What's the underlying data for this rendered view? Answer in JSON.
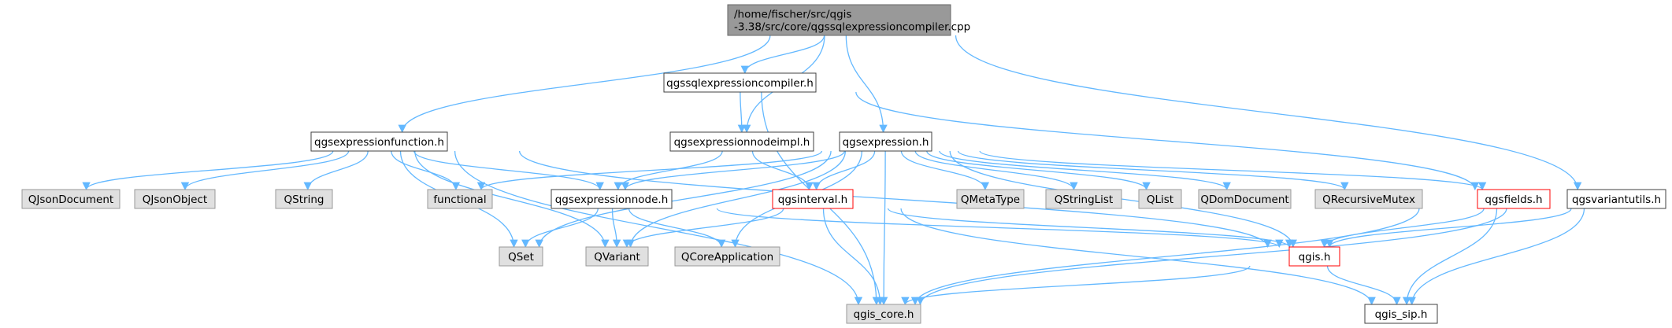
{
  "colors": {
    "root_fill": "#999999",
    "root_border": "#666666",
    "local_fill": "#ffffff",
    "local_border": "#404040",
    "system_fill": "#e0e0e0",
    "system_border": "#999999",
    "truncated_border": "#ff0000",
    "edge": "#63b8ff"
  },
  "nodes": [
    {
      "id": "root",
      "kind": "root",
      "lines": [
        "/home/fischer/src/qgis",
        "-3.38/src/core/qgssqlexpressioncompiler.cpp"
      ]
    },
    {
      "id": "qgssqlexpressioncompiler_h",
      "kind": "local",
      "lines": [
        "qgssqlexpressioncompiler.h"
      ]
    },
    {
      "id": "qgsexpressionfunction_h",
      "kind": "local",
      "lines": [
        "qgsexpressionfunction.h"
      ]
    },
    {
      "id": "qgsexpressionnodeimpl_h",
      "kind": "local",
      "lines": [
        "qgsexpressionnodeimpl.h"
      ]
    },
    {
      "id": "qgsexpression_h",
      "kind": "local",
      "lines": [
        "qgsexpression.h"
      ]
    },
    {
      "id": "qgsvariantutils_h",
      "kind": "local",
      "lines": [
        "qgsvariantutils.h"
      ]
    },
    {
      "id": "QJsonDocument",
      "kind": "system",
      "lines": [
        "QJsonDocument"
      ]
    },
    {
      "id": "QJsonObject",
      "kind": "system",
      "lines": [
        "QJsonObject"
      ]
    },
    {
      "id": "QString",
      "kind": "system",
      "lines": [
        "QString"
      ]
    },
    {
      "id": "functional",
      "kind": "system",
      "lines": [
        "functional"
      ]
    },
    {
      "id": "qgsexpressionnode_h",
      "kind": "local",
      "lines": [
        "qgsexpressionnode.h"
      ]
    },
    {
      "id": "qgsinterval_h",
      "kind": "truncated",
      "lines": [
        "qgsinterval.h"
      ]
    },
    {
      "id": "QMetaType",
      "kind": "system",
      "lines": [
        "QMetaType"
      ]
    },
    {
      "id": "QStringList",
      "kind": "system",
      "lines": [
        "QStringList"
      ]
    },
    {
      "id": "QList",
      "kind": "system",
      "lines": [
        "QList"
      ]
    },
    {
      "id": "QDomDocument",
      "kind": "system",
      "lines": [
        "QDomDocument"
      ]
    },
    {
      "id": "QRecursiveMutex",
      "kind": "system",
      "lines": [
        "QRecursiveMutex"
      ]
    },
    {
      "id": "qgsfields_h",
      "kind": "truncated",
      "lines": [
        "qgsfields.h"
      ]
    },
    {
      "id": "QSet",
      "kind": "system",
      "lines": [
        "QSet"
      ]
    },
    {
      "id": "QVariant",
      "kind": "system",
      "lines": [
        "QVariant"
      ]
    },
    {
      "id": "QCoreApplication",
      "kind": "system",
      "lines": [
        "QCoreApplication"
      ]
    },
    {
      "id": "qgis_h",
      "kind": "truncated",
      "lines": [
        "qgis.h"
      ]
    },
    {
      "id": "qgis_core_h",
      "kind": "system",
      "lines": [
        "qgis_core.h"
      ]
    },
    {
      "id": "qgis_sip_h",
      "kind": "local",
      "lines": [
        "qgis_sip.h"
      ]
    }
  ],
  "edges": [
    [
      "root",
      "qgssqlexpressioncompiler_h"
    ],
    [
      "root",
      "qgsexpressionfunction_h"
    ],
    [
      "root",
      "qgsexpressionnodeimpl_h"
    ],
    [
      "root",
      "qgsexpression_h"
    ],
    [
      "root",
      "qgsvariantutils_h"
    ],
    [
      "qgssqlexpressioncompiler_h",
      "qgsexpressionnodeimpl_h"
    ],
    [
      "qgssqlexpressioncompiler_h",
      "qgis_core_h"
    ],
    [
      "qgssqlexpressioncompiler_h",
      "qgsfields_h"
    ],
    [
      "qgsexpressionfunction_h",
      "QJsonDocument"
    ],
    [
      "qgsexpressionfunction_h",
      "QJsonObject"
    ],
    [
      "qgsexpressionfunction_h",
      "QString"
    ],
    [
      "qgsexpressionfunction_h",
      "functional"
    ],
    [
      "qgsexpressionfunction_h",
      "qgsexpressionnode_h"
    ],
    [
      "qgsexpressionfunction_h",
      "QSet"
    ],
    [
      "qgsexpressionfunction_h",
      "QVariant"
    ],
    [
      "qgsexpressionfunction_h",
      "qgis_core_h"
    ],
    [
      "qgsexpressionfunction_h",
      "qgis_h"
    ],
    [
      "qgsexpressionnodeimpl_h",
      "qgsexpressionnode_h"
    ],
    [
      "qgsexpressionnodeimpl_h",
      "qgsinterval_h"
    ],
    [
      "qgsexpression_h",
      "functional"
    ],
    [
      "qgsexpression_h",
      "qgsexpressionnode_h"
    ],
    [
      "qgsexpression_h",
      "qgsinterval_h"
    ],
    [
      "qgsexpression_h",
      "QMetaType"
    ],
    [
      "qgsexpression_h",
      "QStringList"
    ],
    [
      "qgsexpression_h",
      "QList"
    ],
    [
      "qgsexpression_h",
      "QDomDocument"
    ],
    [
      "qgsexpression_h",
      "QRecursiveMutex"
    ],
    [
      "qgsexpression_h",
      "qgsfields_h"
    ],
    [
      "qgsexpression_h",
      "QSet"
    ],
    [
      "qgsexpression_h",
      "QVariant"
    ],
    [
      "qgsexpression_h",
      "QCoreApplication"
    ],
    [
      "qgsexpression_h",
      "qgis_h"
    ],
    [
      "qgsexpression_h",
      "qgis_core_h"
    ],
    [
      "qgsexpressionnode_h",
      "QSet"
    ],
    [
      "qgsexpressionnode_h",
      "QVariant"
    ],
    [
      "qgsexpressionnode_h",
      "QCoreApplication"
    ],
    [
      "qgsexpressionnode_h",
      "qgis_h"
    ],
    [
      "qgsinterval_h",
      "QVariant"
    ],
    [
      "qgsinterval_h",
      "qgis_core_h"
    ],
    [
      "qgsinterval_h",
      "qgis_h"
    ],
    [
      "qgsinterval_h",
      "qgis_sip_h"
    ],
    [
      "qgsfields_h",
      "qgis_h"
    ],
    [
      "qgsfields_h",
      "qgis_core_h"
    ],
    [
      "qgsfields_h",
      "qgis_sip_h"
    ],
    [
      "qgsvariantutils_h",
      "qgis_h"
    ],
    [
      "qgsvariantutils_h",
      "qgis_core_h"
    ],
    [
      "qgsvariantutils_h",
      "qgis_sip_h"
    ],
    [
      "qgis_h",
      "qgis_core_h"
    ],
    [
      "qgis_h",
      "qgis_sip_h"
    ]
  ]
}
